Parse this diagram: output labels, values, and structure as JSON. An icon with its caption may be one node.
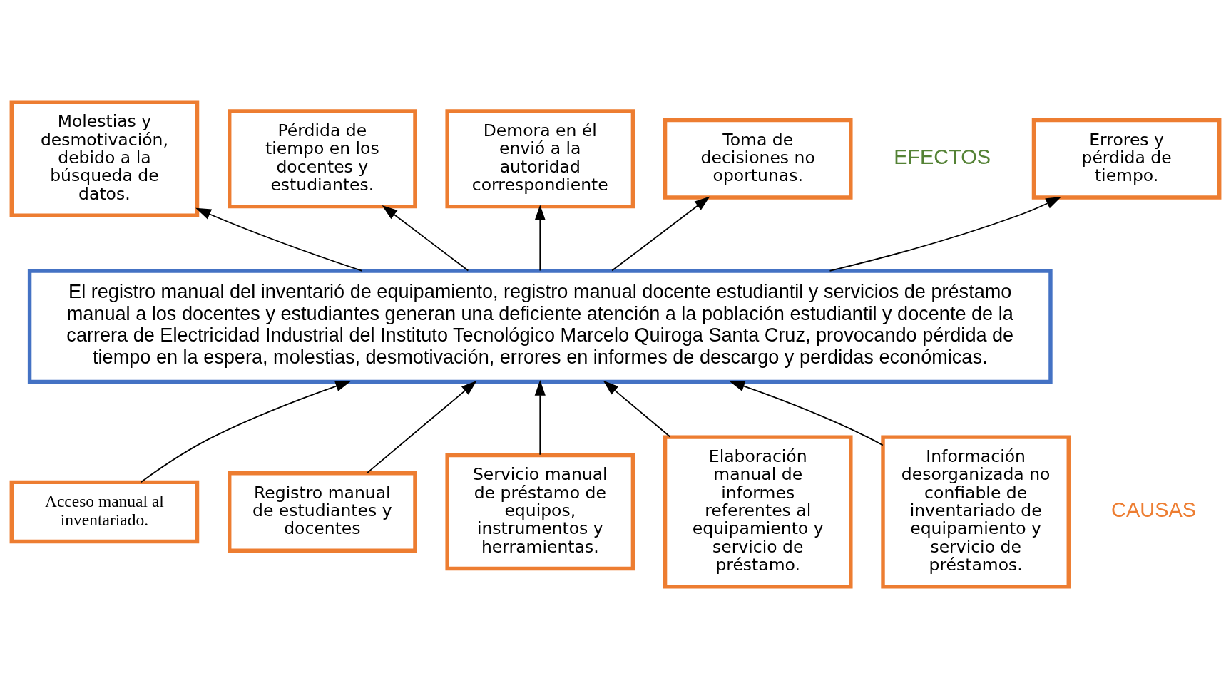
{
  "diagram": {
    "nodes": [
      {
        "text": [
          "Errores y pérdida de tiempo."
        ]
      },
      {
        "text": [
          "Molestias y desmotivación, debido a la búsqueda de datos."
        ]
      },
      {
        "text": [
          "Pérdida de tiempo en los docentes y estudiantes."
        ]
      },
      {
        "text": [
          "Demora en él envió a la autoridad correspondiente"
        ]
      },
      {
        "text": [
          "Toma de decisiones no oportunas."
        ]
      },
      {
        "text": [
          "El registro manual del inventarió de equipamiento, registro manual docente estudiantil y servicios de préstamo manual a los docentes y estudiantes generan una deficiente atención a la población estudiantil y docente de la carrera de Electricidad Industrial del Instituto Tecnológico Marcelo Quiroga Santa Cruz, provocando pérdida de tiempo en la espera, molestias, desmotivación, errores en informes de descargo y perdidas económicas."
        ]
      },
      {
        "text": [
          "Acceso manual al inventariado."
        ]
      },
      {
        "text": [
          "Registro manual de estudiantes y docentes"
        ]
      },
      {
        "text": [
          "Servicio manual de préstamo de equipos, instrumentos y herramientas."
        ]
      },
      {
        "text": [
          "Elaboración manual de informes referentes al equipamiento y servicio de préstamo."
        ]
      },
      {
        "text": [
          "Información desorganizada no confiable de inventariado de equipamiento y servicio de préstamos."
        ]
      }
    ],
    "edges": [
      {
        "from": 5,
        "to": 0,
        "arrow": "to"
      },
      {
        "from": 5,
        "to": 1,
        "arrow": "to"
      },
      {
        "from": 5,
        "to": 2,
        "arrow": "to"
      },
      {
        "from": 5,
        "to": 3,
        "arrow": "to"
      },
      {
        "from": 5,
        "to": 4,
        "arrow": "to"
      },
      {
        "from": 6,
        "to": 5,
        "arrow": "to"
      },
      {
        "from": 7,
        "to": 5,
        "arrow": "to"
      },
      {
        "from": 8,
        "to": 5,
        "arrow": "to"
      },
      {
        "from": 9,
        "to": 5,
        "arrow": "to"
      },
      {
        "from": 10,
        "to": 5,
        "arrow": "to"
      }
    ],
    "labels": [
      "EFECTOS",
      "CAUSAS"
    ]
  }
}
